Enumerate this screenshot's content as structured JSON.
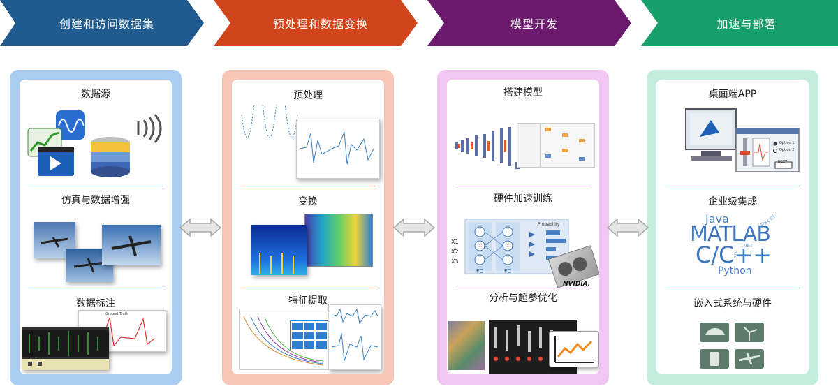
{
  "stages": [
    {
      "label": "创建和访问数据集",
      "color": "#1f5b8f"
    },
    {
      "label": "预处理和数据变换",
      "color": "#d0451b"
    },
    {
      "label": "模型开发",
      "color": "#6b1a6e"
    },
    {
      "label": "加速与部署",
      "color": "#18a06a"
    }
  ],
  "panels": [
    {
      "bg": "#a9cdf0",
      "divider": "#8ab6dd",
      "sections": [
        "数据源",
        "仿真与数据增强",
        "数据标注"
      ]
    },
    {
      "bg": "#f8c6b7",
      "divider": "#e59a7c",
      "sections": [
        "预处理",
        "变换",
        "特征提取"
      ]
    },
    {
      "bg": "#f2c6f2",
      "divider": "#d79ad7",
      "sections": [
        "搭建模型",
        "硬件加速训练",
        "分析与超参优化"
      ]
    },
    {
      "bg": "#c2ecdc",
      "divider": "#8fd2b6",
      "sections": [
        "桌面端APP",
        "企业级集成",
        "嵌入式系统与硬件"
      ]
    }
  ],
  "annotations": {
    "ground_truth": "Ground Truth",
    "probability": "Probability",
    "fc": "FC",
    "inputs": [
      "X1",
      "X2",
      "X3"
    ],
    "nvidia": "NVIDIA.",
    "app_option1": "Option 1",
    "app_option2": "Option 2",
    "app_next": "NEXT",
    "languages": {
      "java": "Java",
      "matlab": "MATLAB",
      "cpp": "C/C++",
      "python": "Python",
      "excel": "Excel",
      "net": ".NET",
      "sql": "SQL"
    }
  }
}
